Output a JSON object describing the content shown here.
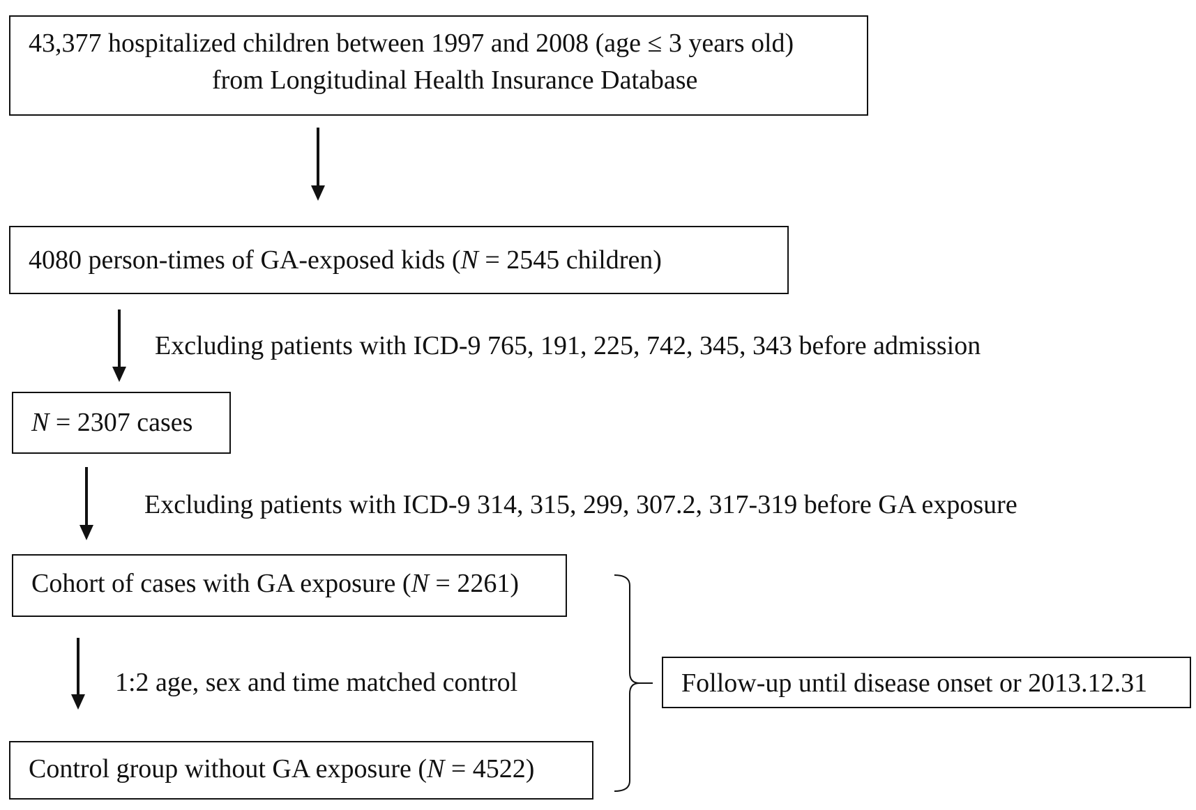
{
  "boxes": {
    "source": {
      "line1": "43,377  hospitalized children between 1997 and 2008 (age ≤ 3 years old)",
      "line2": "from Longitudinal Health Insurance Database"
    },
    "exposed": {
      "prefix": "4080 person-times of GA-exposed kids (",
      "n": "N",
      "suffix": " = 2545 children)"
    },
    "cases": {
      "n": "N",
      "suffix": " = 2307 cases"
    },
    "cohort": {
      "prefix": "Cohort of cases with GA exposure (",
      "n": "N",
      "suffix": " = 2261)"
    },
    "control": {
      "prefix": "Control group without GA exposure (",
      "n": "N",
      "suffix": " = 4522)"
    },
    "followup": {
      "text": "Follow-up until disease onset or 2013.12.31"
    }
  },
  "steps": {
    "exclusion1": "Excluding patients with ICD-9 765, 191, 225, 742, 345, 343 before admission",
    "exclusion2": "Excluding patients with ICD-9 314, 315, 299, 307.2, 317-319 before GA exposure",
    "matching": "1:2 age, sex and time matched control"
  }
}
